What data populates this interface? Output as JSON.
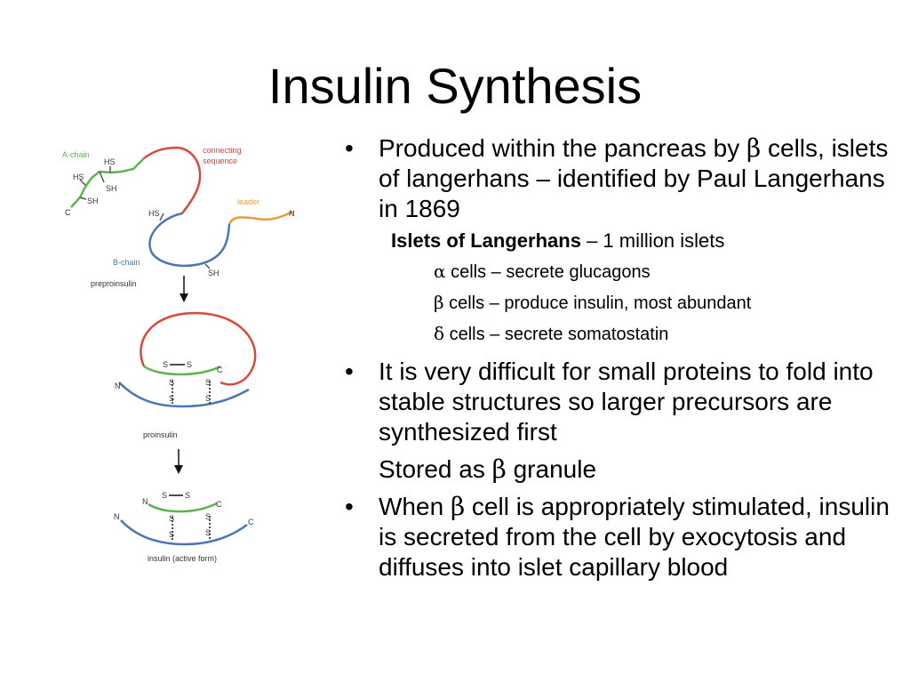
{
  "slide": {
    "title": "Insulin Synthesis"
  },
  "diagram": {
    "preproinsulin": {
      "a_chain": "A-chain",
      "connecting_1": "connecting",
      "connecting_2": "sequence",
      "leader": "leader",
      "b_chain": "B-chain",
      "caption": "preproinsulin",
      "hs1": "HS",
      "hs2": "HS",
      "sh1": "SH",
      "sh2": "SH",
      "c": "C",
      "hs3": "HS",
      "n": "N",
      "sh3": "SH"
    },
    "proinsulin": {
      "s1": "S",
      "s2": "S",
      "s3": "S",
      "s4": "S",
      "s5": "S",
      "s6": "S",
      "n": "N",
      "c": "C",
      "caption": "proinsulin"
    },
    "insulin": {
      "s1": "S",
      "s2": "S",
      "s3": "S",
      "s4": "S",
      "s5": "S",
      "s6": "S",
      "n_top": "N",
      "c_top": "C",
      "n_bottom": "N",
      "c_bottom": "C",
      "caption": "insulin (active form)"
    },
    "colors": {
      "a_chain": "#5cb44e",
      "connecting": "#d9483b",
      "leader": "#e99a3d",
      "b_chain": "#4a76b8",
      "text": "#333333"
    }
  },
  "bullets": {
    "b1_pre": "Produced within the pancreas by ",
    "b1_greek": "β",
    "b1_post": " cells, islets of langerhans – identified by Paul Langerhans in 1869",
    "islets_bold": "Islets of Langerhans",
    "islets_rest": " – 1 million islets",
    "alpha_sym": "α",
    "alpha_text": " cells – secrete glucagons",
    "beta_sym": "β",
    "beta_text": " cells – produce insulin, most abundant",
    "delta_sym": "δ",
    "delta_text": " cells – secrete somatostatin",
    "b2": "It is very difficult for small proteins to fold into stable structures so larger precursors are synthesized first",
    "stored_pre": "Stored as ",
    "stored_greek": "β",
    "stored_post": " granule",
    "b3_pre": "When ",
    "b3_greek": "β",
    "b3_post": " cell is appropriately stimulated, insulin is secreted from the cell by exocytosis and diffuses into islet capillary blood",
    "bullet_char": "•"
  }
}
